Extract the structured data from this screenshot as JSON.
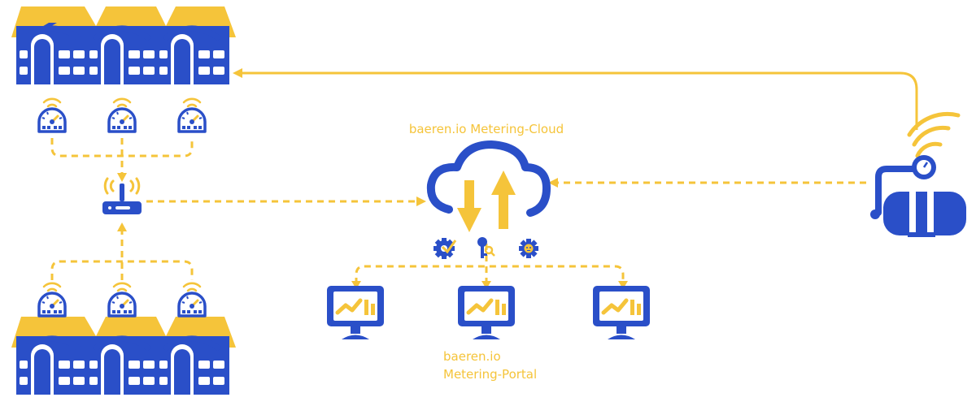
{
  "cloud": {
    "label": "baeren.io Metering-Cloud"
  },
  "portal": {
    "line1": "baeren.io",
    "line2": "Metering-Portal"
  },
  "colors": {
    "blue": "#2a4fc8",
    "yellow": "#f5c43a",
    "white": "#ffffff"
  },
  "icons": {
    "buildings": "house-row-icon",
    "meter": "wireless-meter-icon",
    "gateway": "router-icon",
    "cloud": "cloud-sync-icon",
    "monitor": "monitor-chart-icon",
    "tank": "tank-meter-icon",
    "services": [
      "gear-check-icon",
      "key-search-icon",
      "gear-face-icon"
    ]
  }
}
